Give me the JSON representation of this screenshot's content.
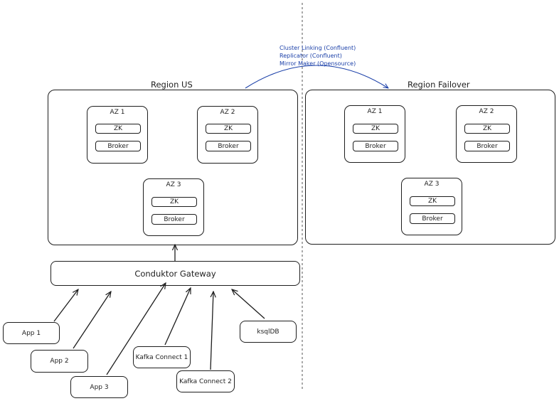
{
  "replication": {
    "lines": [
      "Cluster Linking (Confluent)",
      "Replicator (Confluent)",
      "Mirror Maker (Opensource)"
    ]
  },
  "region_us": {
    "title": "Region US",
    "azs": [
      {
        "label": "AZ 1",
        "zk": "ZK",
        "broker": "Broker"
      },
      {
        "label": "AZ 2",
        "zk": "ZK",
        "broker": "Broker"
      },
      {
        "label": "AZ 3",
        "zk": "ZK",
        "broker": "Broker"
      }
    ]
  },
  "region_failover": {
    "title": "Region Failover",
    "azs": [
      {
        "label": "AZ 1",
        "zk": "ZK",
        "broker": "Broker"
      },
      {
        "label": "AZ 2",
        "zk": "ZK",
        "broker": "Broker"
      },
      {
        "label": "AZ 3",
        "zk": "ZK",
        "broker": "Broker"
      }
    ]
  },
  "gateway": {
    "label": "Conduktor Gateway"
  },
  "clients": [
    "App 1",
    "App 2",
    "App 3",
    "Kafka Connect 1",
    "Kafka Connect 2",
    "ksqlDB"
  ],
  "colors": {
    "stroke": "#1e1e1e",
    "replication": "#1a3fa8",
    "divider": "#555555"
  }
}
